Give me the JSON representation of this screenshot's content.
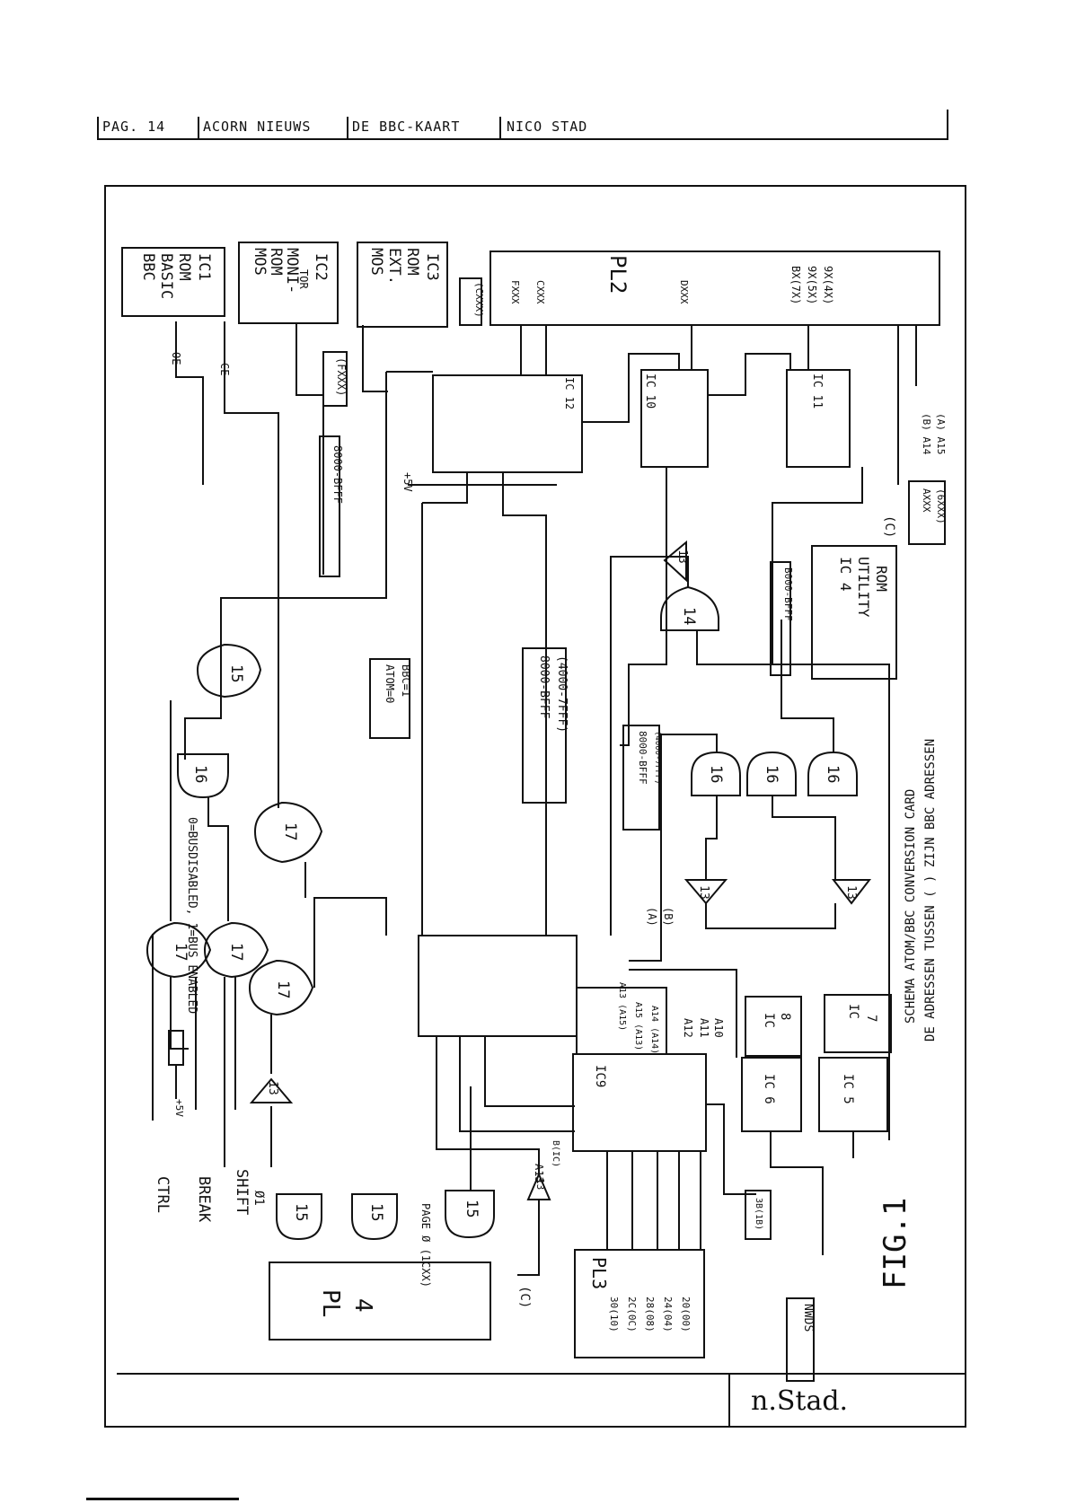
{
  "header": {
    "page": "PAG. 14",
    "magazine": "ACORN NIEUWS",
    "title": "DE BBC-KAART",
    "author": "NICO STAD"
  },
  "figure": {
    "label": "FIG.1",
    "caption_line1": "SCHEMA ATOM/BBC CONVERSION CARD",
    "caption_line2": "DE ADRESSEN TUSSEN ( ) ZIJN BBC ADRESSEN",
    "signature": "n.Stad."
  },
  "blocks": {
    "ic1": [
      "BBC",
      "BASIC",
      "ROM",
      "IC1"
    ],
    "ic2": [
      "MOS",
      "ROM",
      "MONI-",
      "TOR",
      "IC2"
    ],
    "ic3": [
      "MOS",
      "EXT.",
      "ROM",
      "IC3"
    ],
    "ic4": [
      "IC 4",
      "UTILITY",
      "ROM"
    ],
    "pl2": "PL2",
    "pl3": "PL3",
    "pl4": [
      "PL",
      "4"
    ],
    "ic9": "IC9",
    "ic10": "IC 10",
    "ic11": "IC 11",
    "ic12": "IC 12",
    "ic5": "IC 5",
    "ic6": "IC 6",
    "ic7": [
      "IC",
      "7"
    ],
    "ic8": [
      "IC",
      "8"
    ]
  },
  "gates": [
    "15",
    "16",
    "17",
    "17",
    "17",
    "17",
    "13",
    "15",
    "15",
    "15",
    "13",
    "14",
    "16",
    "16",
    "16",
    "13",
    "13",
    "13"
  ],
  "signals": {
    "ctrl": "CTRL",
    "break": "BREAK",
    "shift": "SHIFT",
    "phi1": "Ø1",
    "plus5v": "+5V",
    "plus5v_bus": "+5V",
    "oe": "OE",
    "ce": "CE",
    "fxxx": "(FXXX)",
    "cxxx": "(CXXX)",
    "bus_note": "0=BUSDISABLED, 1=BUS ENABLED",
    "page_note": "PAGE Ø (1CXX)",
    "atom_bbc": [
      "ATOM=0",
      "BBC=1"
    ],
    "range_8000_bfff": "8000-BFFF",
    "range_4000_7fff": "(4000-7FFF)",
    "range_8000_bfff_short": "8000-BFFF",
    "range_4000_7fff_short": "(4000-7FFF)",
    "range_b000_bfff": "B000-BFFF",
    "axxx": [
      "AXXX",
      "(6XXX)"
    ],
    "a14": "(B) A14",
    "a15": "(A) A15",
    "c_mark": "(C)",
    "a_mark": "(A)",
    "b_mark": "(B)",
    "a13": "A13",
    "a12": "A12",
    "a11": "A11",
    "a10": "A10",
    "a13_15": "A13 (A15)",
    "a15_13": "A15 (A13)",
    "a14_14": "A14 (A14)",
    "b_ic": "B(IC)",
    "ic9_3b": "3B(1B)",
    "nwds": "NWDS",
    "pl2_pins": [
      "FXXX",
      "CXXX",
      "DXXX",
      "BX(7X)",
      "9X(5X)",
      "9X(4X)"
    ],
    "pl3_pins": [
      "30(10)",
      "2C(0C)",
      "28(08)",
      "24(04)",
      "20(00)"
    ]
  }
}
